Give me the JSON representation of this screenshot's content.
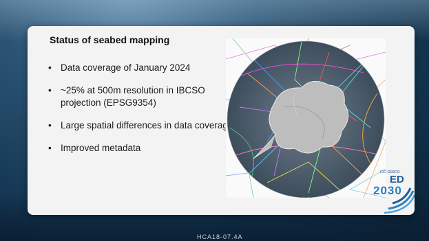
{
  "slide": {
    "title": "Status of seabed mapping",
    "bullets": [
      "Data coverage of January 2024",
      "~25% at 500m resolution in IBCSO projection (EPSG9354)",
      "Large spatial differences in data coverage",
      "Improved metadata"
    ],
    "bullet_glyph": "•",
    "footer": "HCA18-07.4A"
  },
  "logo": {
    "org": "IOC-GEBCO",
    "ed_text": "ED",
    "year_text": "2030"
  },
  "colors": {
    "panel": "#f3f3f3",
    "title": "#111111",
    "ocean_dark": "#0b2237",
    "logo_blue": "#1f5c9a"
  }
}
